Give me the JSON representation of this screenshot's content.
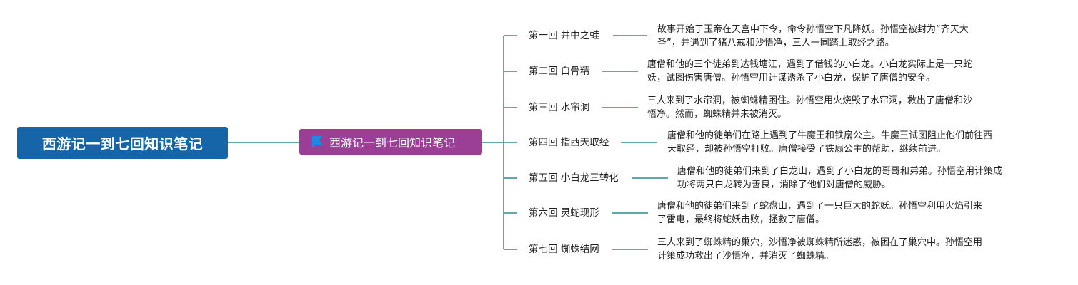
{
  "root": {
    "title": "西游记一到七回知识笔记"
  },
  "subtopic": {
    "title": "西游记一到七回知识笔记",
    "icon": "flag-icon"
  },
  "colors": {
    "root_bg": "#1565a8",
    "subtopic_bg": "#9a3f95",
    "line": "#2e8b8b"
  },
  "chapters": [
    {
      "label": "第一回 井中之蛙",
      "desc_lines": [
        "故事开始于玉帝在天宫中下令，命令孙悟空下凡降妖。孙悟空被封为“齐天大",
        "圣”，并遇到了猪八戒和沙悟净，三人一同踏上取经之路。"
      ]
    },
    {
      "label": "第二回 白骨精",
      "desc_lines": [
        "唐僧和他的三个徒弟到达钱塘江，遇到了借钱的小白龙。小白龙实际上是一只蛇",
        "妖，试图伤害唐僧。孙悟空用计谋诱杀了小白龙，保护了唐僧的安全。"
      ]
    },
    {
      "label": "第三回 水帘洞",
      "desc_lines": [
        "三人来到了水帘洞，被蜘蛛精困住。孙悟空用火烧毁了水帘洞，救出了唐僧和沙",
        "悟净。然而，蜘蛛精并未被消灭。"
      ]
    },
    {
      "label": "第四回 指西天取经",
      "desc_lines": [
        "唐僧和他的徒弟们在路上遇到了牛魔王和铁扇公主。牛魔王试图阻止他们前往西",
        "天取经，却被孙悟空打败。唐僧接受了铁扇公主的帮助，继续前进。"
      ]
    },
    {
      "label": "第五回 小白龙三转化",
      "desc_lines": [
        "唐僧和他的徒弟们来到了白龙山，遇到了小白龙的哥哥和弟弟。孙悟空用计策成",
        "功将两只白龙转为善良，消除了他们对唐僧的威胁。"
      ]
    },
    {
      "label": "第六回 灵蛇现形",
      "desc_lines": [
        "唐僧和他的徒弟们来到了蛇盘山，遇到了一只巨大的蛇妖。孙悟空利用火焰引来",
        "了雷电，最终将蛇妖击败，拯救了唐僧。"
      ]
    },
    {
      "label": "第七回 蜘蛛结网",
      "desc_lines": [
        "三人来到了蜘蛛精的巢穴，沙悟净被蜘蛛精所迷惑，被困在了巢穴中。孙悟空用",
        "计策成功救出了沙悟净，并消灭了蜘蛛精。"
      ]
    }
  ]
}
